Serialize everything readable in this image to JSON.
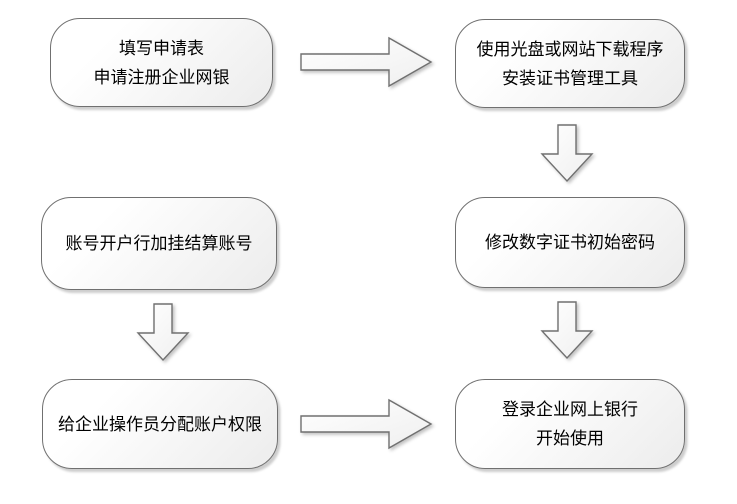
{
  "diagram": {
    "type": "flowchart",
    "language": "zh-CN",
    "nodes": [
      {
        "name": "fill-application-form",
        "lines": [
          "填写申请表",
          "申请注册企业网银"
        ]
      },
      {
        "name": "download-install-cert-tool",
        "lines": [
          "使用光盘或网站下载程序",
          "安装证书管理工具"
        ]
      },
      {
        "name": "link-settlement-account",
        "lines": [
          "账号开户行加挂结算账号"
        ]
      },
      {
        "name": "change-initial-cert-password",
        "lines": [
          "修改数字证书初始密码"
        ]
      },
      {
        "name": "assign-operator-permissions",
        "lines": [
          "给企业操作员分配账户权限"
        ]
      },
      {
        "name": "login-and-start-using",
        "lines": [
          "登录企业网上银行",
          "开始使用"
        ]
      }
    ],
    "connections": [
      {
        "from": "fill-application-form",
        "to": "download-install-cert-tool",
        "direction": "right"
      },
      {
        "from": "download-install-cert-tool",
        "to": "change-initial-cert-password",
        "direction": "down"
      },
      {
        "from": "link-settlement-account",
        "to": "assign-operator-permissions",
        "direction": "down"
      },
      {
        "from": "change-initial-cert-password",
        "to": "login-and-start-using",
        "direction": "down"
      },
      {
        "from": "assign-operator-permissions",
        "to": "login-and-start-using",
        "direction": "right"
      }
    ],
    "colors": {
      "background": "#ffffff",
      "node_border": "#707070",
      "node_fill_top": "#ffffff",
      "node_fill_bottom": "#ececec",
      "text": "#000000"
    }
  }
}
